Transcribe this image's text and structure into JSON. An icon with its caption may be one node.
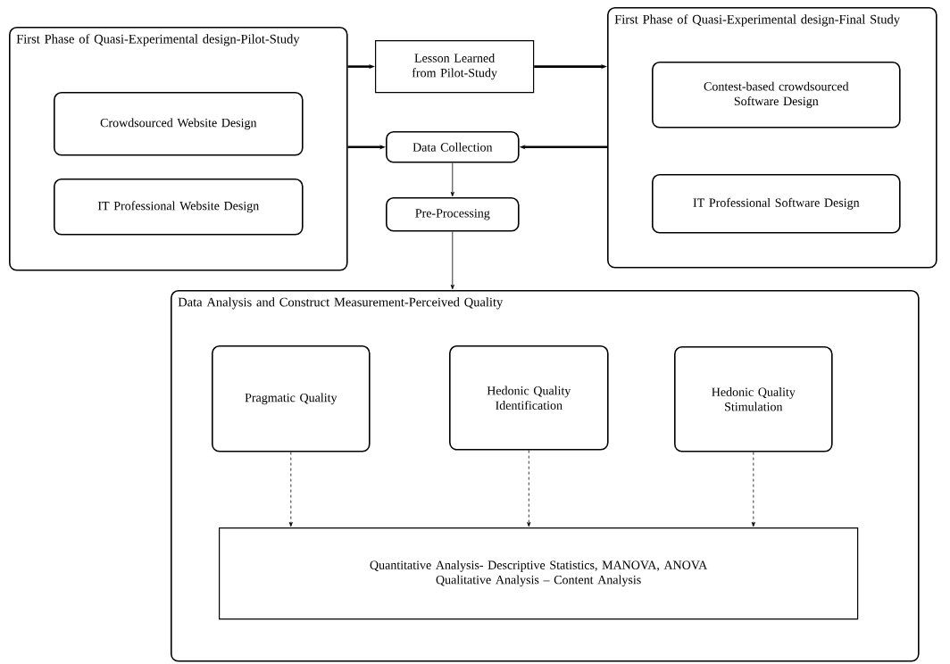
{
  "diagram": {
    "nodes": [
      {
        "text": [
          "First Phase of Quasi-Experimental design-Pilot-Study"
        ]
      },
      {
        "text": [
          "Crowdsourced Website Design"
        ],
        "in": 0
      },
      {
        "text": [
          "IT Professional Website Design"
        ],
        "in": 0
      },
      {
        "text": [
          "Lesson Learned from Pilot-Study"
        ]
      },
      {
        "text": [
          "Data Collection"
        ]
      },
      {
        "text": [
          "Pre-Processing"
        ]
      },
      {
        "text": [
          "First Phase of Quasi-Experimental design-Final Study"
        ]
      },
      {
        "text": [
          "Contest-based crowdsourced Software Design"
        ],
        "in": 6
      },
      {
        "text": [
          "IT Professional Software Design"
        ],
        "in": 6
      },
      {
        "text": [
          "Data Analysis and Construct Measurement-Perceived Quality"
        ]
      },
      {
        "text": [
          "Pragmatic Quality"
        ],
        "in": 9
      },
      {
        "text": [
          "Hedonic Quality Identification"
        ],
        "in": 9
      },
      {
        "text": [
          "Hedonic Quality Stimulation"
        ],
        "in": 9
      },
      {
        "text": [
          "Quantitative Analysis- Descriptive Statistics, MANOVA, ANOVA",
          "Qualitative Analysis – Content Analysis"
        ],
        "in": 9
      }
    ],
    "edges": [
      {
        "from": 0,
        "to": 3,
        "arrow": "to",
        "style": "thick"
      },
      {
        "from": 3,
        "to": 6,
        "arrow": "to",
        "style": "thick"
      },
      {
        "from": 0,
        "to": 4,
        "arrow": "to",
        "style": "thick"
      },
      {
        "from": 6,
        "to": 4,
        "arrow": "to",
        "style": "thick"
      },
      {
        "from": 4,
        "to": 5,
        "arrow": "to"
      },
      {
        "from": 5,
        "to": 9,
        "arrow": "to"
      },
      {
        "from": 10,
        "to": 13,
        "arrow": "to",
        "style": "dashed"
      },
      {
        "from": 11,
        "to": 13,
        "arrow": "to",
        "style": "dashed"
      },
      {
        "from": 12,
        "to": 13,
        "arrow": "to",
        "style": "dashed"
      }
    ]
  }
}
